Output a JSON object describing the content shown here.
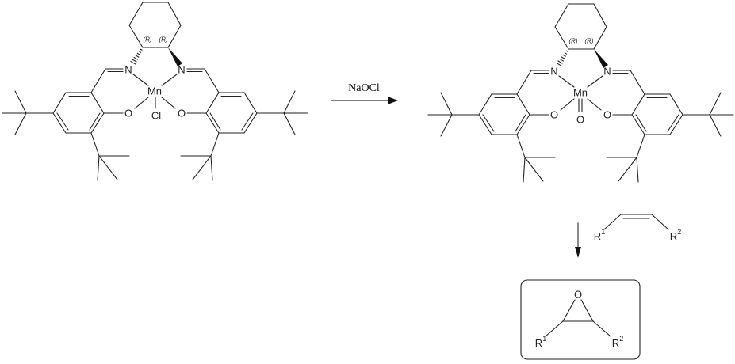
{
  "reagent": "NaOCl",
  "catalyst": {
    "stereo_label": "(R)",
    "nitrogen": "N",
    "metal": "Mn",
    "oxygen": "O",
    "axial_ligand": "Cl"
  },
  "oxo_complex": {
    "stereo_label": "(R)",
    "nitrogen": "N",
    "metal": "Mn",
    "oxygen": "O",
    "oxo": "O"
  },
  "substrate": {
    "r1_label": "R",
    "r1_superscript": "1",
    "r2_label": "R",
    "r2_superscript": "2"
  },
  "product": {
    "oxygen": "O",
    "r1_label": "R",
    "r1_superscript": "1",
    "r2_label": "R",
    "r2_superscript": "2"
  }
}
